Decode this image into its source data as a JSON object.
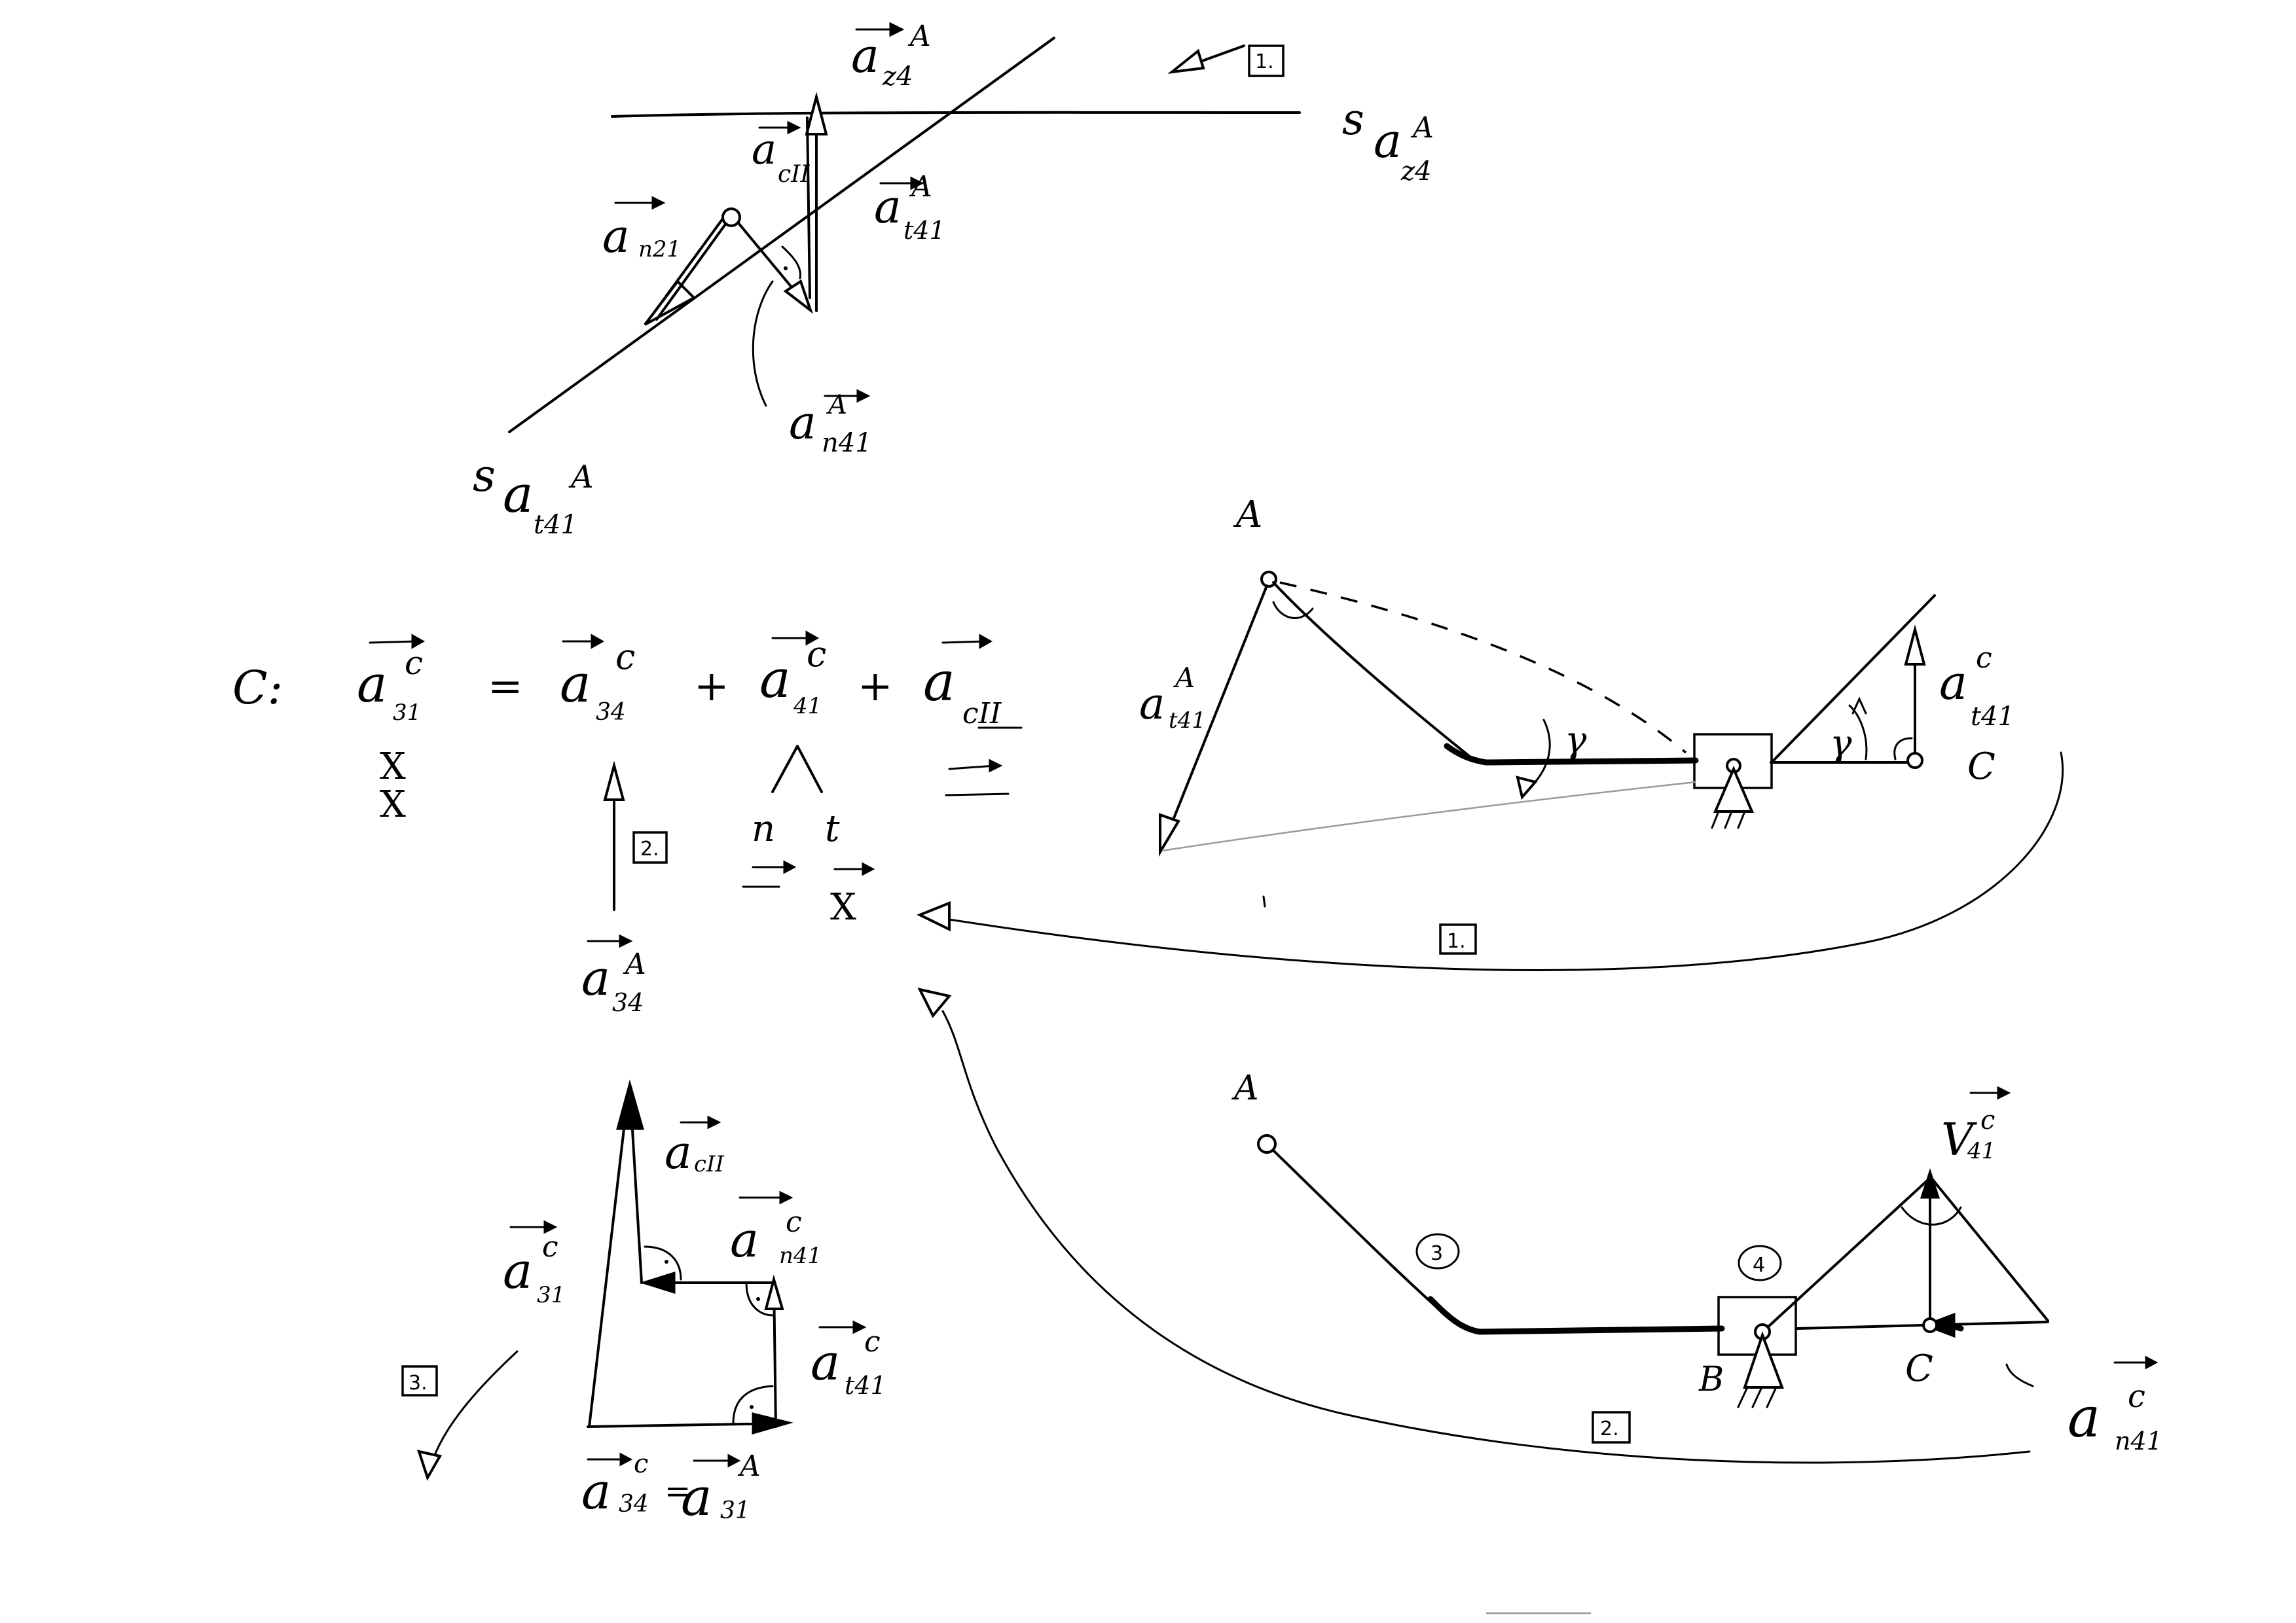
{
  "labels": {
    "a_z4_A_top": "a",
    "a_z4_A_top_sub": "z4",
    "a_z4_A_top_sup": "A",
    "s_a_z4_A": "s",
    "s_a_z4_A_a": "a",
    "s_a_z4_A_sub": "z4",
    "s_a_z4_A_sup": "A",
    "a_cII_top": "a",
    "a_cII_top_sub": "cII",
    "a_t41_A_top": "a",
    "a_t41_A_top_sub": "t41",
    "a_t41_A_top_sup": "A",
    "a_n21_top": "a",
    "a_n21_top_sub": "n21",
    "a_n41_A_top": "a",
    "a_n41_A_top_sub": "n41",
    "a_n41_A_top_sup": "A",
    "s_a_t41_A": "s",
    "s_a_t41_A_a": "a",
    "s_a_t41_A_sub": "t41",
    "s_a_t41_A_sup": "A",
    "step1_top": "1.",
    "point_A_mid": "A",
    "a_t41_A_mid": "a",
    "a_t41_A_mid_sub": "t41",
    "a_t41_A_mid_sup": "A",
    "gamma_1": "γ",
    "gamma_2": "γ",
    "a_t41_C_mid": "a",
    "a_t41_C_mid_sub": "t41",
    "a_t41_C_mid_sup": "c",
    "point_C_mid": "C",
    "step1_mid": "1.",
    "eq_C": "C:",
    "eq_a1": "a",
    "eq_a1_sub": "31",
    "eq_a1_sup": "c",
    "eq_equals": "=",
    "eq_a2": "a",
    "eq_a2_sub": "34",
    "eq_a2_sup": "c",
    "eq_plus1": "+",
    "eq_a3": "a",
    "eq_a3_sub": "41",
    "eq_a3_sup": "c",
    "eq_plus2": "+",
    "eq_a4": "a",
    "eq_a4_sub": "cII",
    "eq_x1": "X",
    "eq_x2": "X",
    "eq_n": "n",
    "eq_t": "t",
    "eq_x3": "X",
    "step2_eq": "2.",
    "a_z4_A_eq": "a",
    "a_z4_A_eq_sub": "34",
    "a_z4_A_eq_sup": "A",
    "a_cII_bot": "a",
    "a_cII_bot_sub": "cII",
    "a_n41_C_bot": "a",
    "a_n41_C_bot_sub": "n41",
    "a_n41_C_bot_sup": "c",
    "a_31_C_bot": "a",
    "a_31_C_bot_sub": "31",
    "a_31_C_bot_sup": "c",
    "a_t41_C_bot": "a",
    "a_t41_C_bot_sub": "t41",
    "a_t41_C_bot_sup": "c",
    "step3": "3.",
    "a_34_C_bot": "a",
    "a_34_C_bot_sub": "34",
    "a_34_C_bot_sup": "c",
    "eq_bot_equals": "=",
    "a_31_A_bot": "a",
    "a_31_A_bot_sub": "31",
    "a_31_A_bot_sup": "A",
    "point_A_bot": "A",
    "v_41_C": "V",
    "v_41_C_sub": "41",
    "v_41_C_sup": "c",
    "link3": "3",
    "link4": "4",
    "point_B_bot": "B",
    "point_C_bot": "C",
    "a_n41_C_br": "a",
    "a_n41_C_br_sub": "n41",
    "a_n41_C_br_sup": "c",
    "step2_bot": "2."
  },
  "colors": {
    "ink": "#000000",
    "paper": "#ffffff",
    "faint": "#9a9a9a"
  }
}
